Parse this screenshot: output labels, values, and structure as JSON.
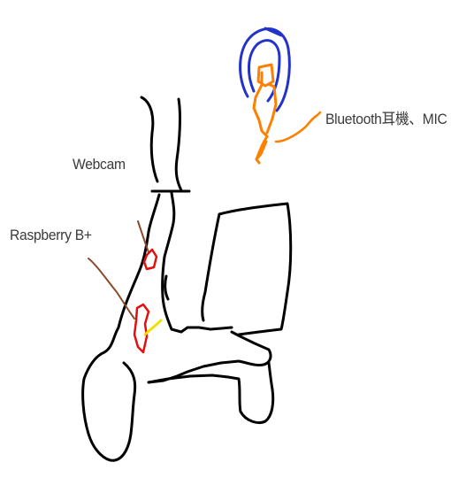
{
  "labels": {
    "webcam": "Webcam",
    "raspberry": "Raspberry B+",
    "bluetooth": "Bluetooth耳機、MIC"
  },
  "colors": {
    "outline": "#000000",
    "headset_band": "#2233cc",
    "headset_body": "#ff8000",
    "raspberry_box": "#e01010",
    "leader_line": "#8b4a2a",
    "cable": "#f0e000",
    "label_text": "#3a3a3a"
  }
}
